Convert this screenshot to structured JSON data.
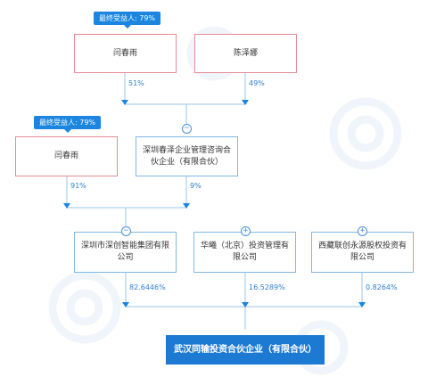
{
  "colors": {
    "accent": "#1b85e0",
    "person_border": "#e88a95",
    "company_border": "#7fb9e8",
    "target_fill": "#1c7ad3",
    "percent_text": "#2d7fd3"
  },
  "badges": {
    "top": "最终受益人: 79%",
    "mid": "最终受益人: 79%"
  },
  "nodes": {
    "person_top": "闫春雨",
    "person_chen": "陈泽娜",
    "person_mid": "闫春雨",
    "partnership": "深圳春泽企业管理咨询合伙企业（有限合伙）",
    "shenchuang": "深圳市深创智能集团有限公司",
    "huaxi": "华曦（北京）投资管理有限公司",
    "xizang": "西藏联创永源股权投资有限公司",
    "target": "武汉同输投资合伙企业（有限合伙）"
  },
  "percents": {
    "p51": "51%",
    "p49": "49%",
    "p91": "91%",
    "p9": "9%",
    "p82": "82.6446%",
    "p16": "16.5289%",
    "p08": "0.8264%"
  },
  "toggles": {
    "partnership": "−",
    "shenchuang": "−",
    "huaxi": "+",
    "xizang": "+"
  },
  "icons": {
    "watermark": "qcc-watermark-icon",
    "arrow": "arrow-down-icon",
    "expand": "expand-icon",
    "collapse": "collapse-icon"
  }
}
